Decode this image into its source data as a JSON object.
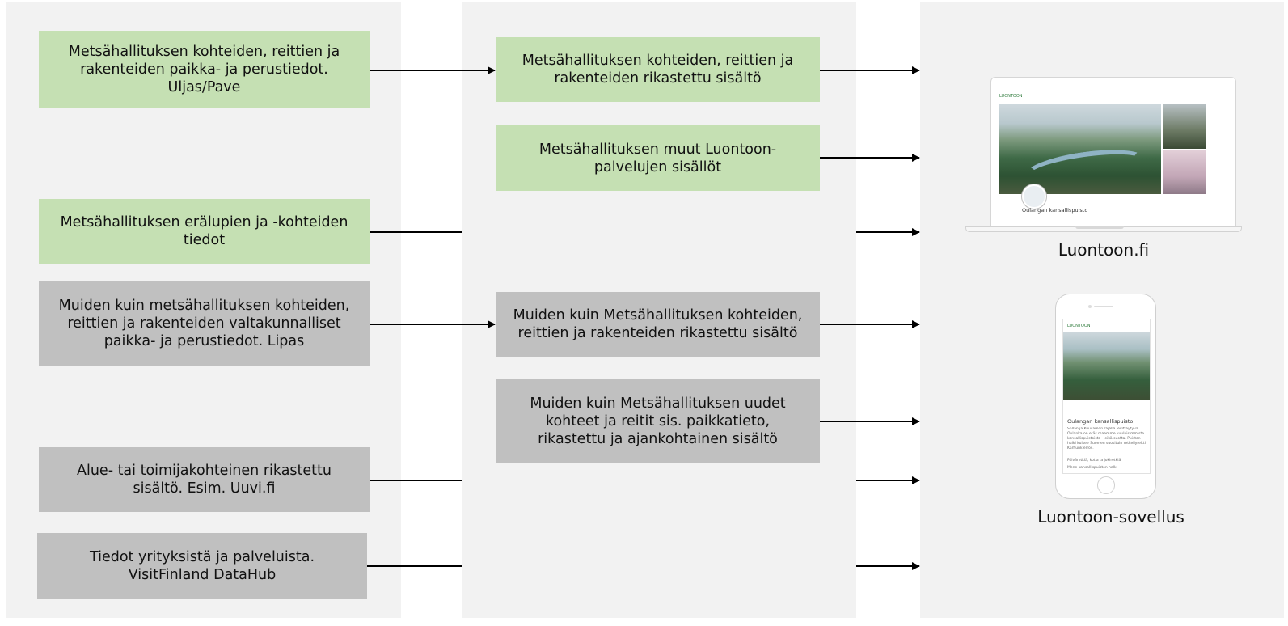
{
  "sources": [
    {
      "text": "Metsähallituksen kohteiden, reittien ja\nrakenteiden paikka- ja perustiedot.\nUljas/Pave",
      "color": "green"
    },
    {
      "text": "Metsähallituksen erälupien ja -kohteiden\ntiedot",
      "color": "green"
    },
    {
      "text": "Muiden kuin metsähallituksen kohteiden,\nreittien ja rakenteiden valtakunnalliset\npaikka- ja perustiedot. Lipas",
      "color": "grey"
    },
    {
      "text": "Alue- tai toimijakohteinen rikastettu\nsisältö. Esim. Uuvi.fi",
      "color": "grey"
    },
    {
      "text": "Tiedot yrityksistä ja palveluista.\nVisitFinland DataHub",
      "color": "grey"
    }
  ],
  "enriched": [
    {
      "text": "Metsähallituksen kohteiden, reittien ja\nrakenteiden rikastettu sisältö",
      "color": "green"
    },
    {
      "text": "Metsähallituksen muut Luontoon-\npalvelujen sisällöt",
      "color": "green"
    },
    {
      "text": "Muiden kuin Metsähallituksen kohteiden,\nreittien ja rakenteiden rikastettu sisältö",
      "color": "grey"
    },
    {
      "text": "Muiden kuin Metsähallituksen uudet\nkohteet ja reitit sis. paikkatieto,\nrikastettu ja ajankohtainen sisältö",
      "color": "grey"
    }
  ],
  "outputs": {
    "web": {
      "label": "Luontoon.fi",
      "logo": "LUONTOON",
      "page_title": "Oulangan kansallispuisto"
    },
    "app": {
      "label": "Luontoon-sovellus",
      "logo": "LUONTOON",
      "page_title": "Oulangan kansallispuisto",
      "intro": "Sallan ja Kuusamon rajalla levittäytyvä Oulanka on eräs maamme kuuluisimmista kansallispuistoista – eikä suotta. Puiston halki kulkee Suomen suosituin retkeilyreitti Karhunkierros.",
      "bullets": [
        "Päiväretkiä, kotia ja joki­retkiä",
        "Mene kansallispuiston halki"
      ]
    }
  },
  "colors": {
    "green": "#c5e0b3",
    "grey": "#c0c0c0",
    "column_bg": "#f2f2f2",
    "arrow": "#000000"
  }
}
